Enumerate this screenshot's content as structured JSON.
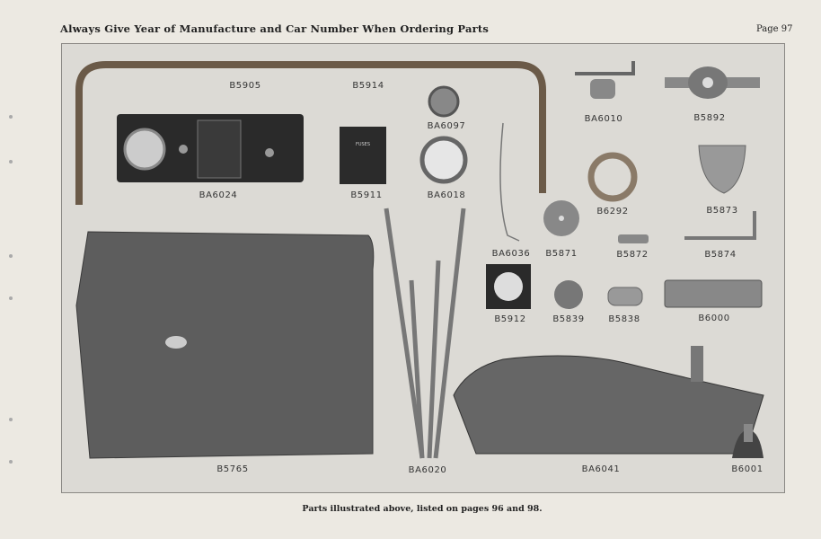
{
  "header": {
    "title": "Always Give Year of Manufacture and Car Number When Ordering Parts",
    "page": "Page 97"
  },
  "parts": [
    {
      "id": "B5905"
    },
    {
      "id": "B5914"
    },
    {
      "id": "BA6097"
    },
    {
      "id": "BA6010"
    },
    {
      "id": "B5892"
    },
    {
      "id": "BA6024"
    },
    {
      "id": "B5911"
    },
    {
      "id": "BA6018"
    },
    {
      "id": "B6292"
    },
    {
      "id": "B5873"
    },
    {
      "id": "BA6036"
    },
    {
      "id": "B5871"
    },
    {
      "id": "B5872"
    },
    {
      "id": "B5874"
    },
    {
      "id": "B5912"
    },
    {
      "id": "B5839"
    },
    {
      "id": "B5838"
    },
    {
      "id": "B6000"
    },
    {
      "id": "B5765"
    },
    {
      "id": "BA6020"
    },
    {
      "id": "BA6041"
    },
    {
      "id": "B6001"
    }
  ],
  "panel_labels": {
    "fuses": "FUSES"
  },
  "caption": "Parts illustrated above, listed on pages 96 and 98."
}
